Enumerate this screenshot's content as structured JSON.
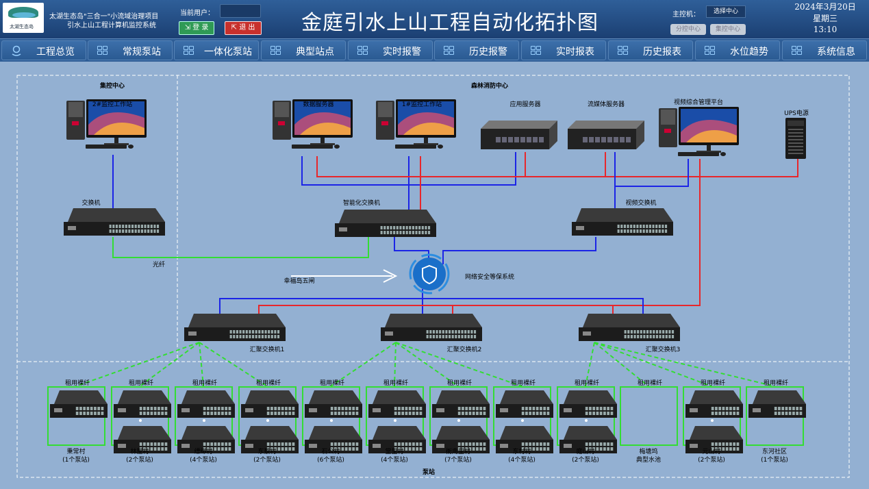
{
  "header": {
    "logo_text": "太湖生态岛",
    "project_line1": "太湖生态岛\"三合一\"小流域治理项目",
    "project_line2": "引水上山工程计算机监控系统",
    "current_user_label": "当前用户：",
    "current_user_value": "",
    "login_label": "登 录",
    "logout_label": "退 出",
    "title": "金庭引水上山工程自动化拓扑图",
    "master_control_label": "主控机：",
    "master_control_value": "选择中心",
    "sub_center_label": "分控中心",
    "central_control_label": "集控中心",
    "date": "2024年3月20日",
    "weekday": "星期三",
    "time": "13:10"
  },
  "nav": {
    "tabs": [
      {
        "label": "工程总览",
        "icon": "location-icon"
      },
      {
        "label": "常规泵站",
        "icon": "grid-icon"
      },
      {
        "label": "一体化泵站",
        "icon": "grid-icon"
      },
      {
        "label": "典型站点",
        "icon": "grid-icon"
      },
      {
        "label": "实时报警",
        "icon": "grid-icon"
      },
      {
        "label": "历史报警",
        "icon": "grid-icon"
      },
      {
        "label": "实时报表",
        "icon": "grid-icon"
      },
      {
        "label": "历史报表",
        "icon": "grid-icon"
      },
      {
        "label": "水位趋势",
        "icon": "grid-icon"
      },
      {
        "label": "系统信息",
        "icon": "grid-icon"
      }
    ]
  },
  "topology": {
    "central_control_title": "集控中心",
    "forest_fire_center_title": "森林消防中心",
    "pump_station_title": "泵站",
    "devices": {
      "workstation2": "2#监控工作站",
      "data_server": "数据服务器",
      "workstation1": "1#监控工作站",
      "app_server": "应用服务器",
      "streaming_server": "流媒体服务器",
      "video_platform": "视频综合管理平台",
      "ups": "UPS电源",
      "switch_left": "交换机",
      "smart_switch": "智能化交换机",
      "video_switch": "视频交换机",
      "fiber_label": "光纤",
      "xingfu_label": "幸福岛五闸",
      "security_label": "网络安全等保系统",
      "agg1": "汇聚交换机1",
      "agg2": "汇聚交换机2",
      "agg3": "汇聚交换机3"
    },
    "rental_fiber_label": "租用裸纤",
    "villages": [
      {
        "name": "秉常村",
        "count": "(1个泵站)"
      },
      {
        "name": "林屋村",
        "count": "(2个泵站)"
      },
      {
        "name": "缥缈村",
        "count": "(4个泵站)"
      },
      {
        "name": "东蔡村",
        "count": "(2个泵站)"
      },
      {
        "name": "石公村",
        "count": "(6个泵站)"
      },
      {
        "name": "堂里村",
        "count": "(4个泵站)"
      },
      {
        "name": "衙甪里村",
        "count": "(7个泵站)"
      },
      {
        "name": "东村村",
        "count": "(4个泵站)"
      },
      {
        "name": "庭山村",
        "count": "(2个泵站)"
      },
      {
        "name": "梅塘坞",
        "count": "典型水池"
      },
      {
        "name": "元山村",
        "count": "(2个泵站)"
      },
      {
        "name": "东河社区",
        "count": "(1个泵站)"
      }
    ]
  },
  "colors": {
    "background": "#93b0d2",
    "header": "#1b3f72",
    "nav": "#2e5d96",
    "link_blue": "#1b24e6",
    "link_red": "#e8262a",
    "link_green": "#33dd33"
  }
}
